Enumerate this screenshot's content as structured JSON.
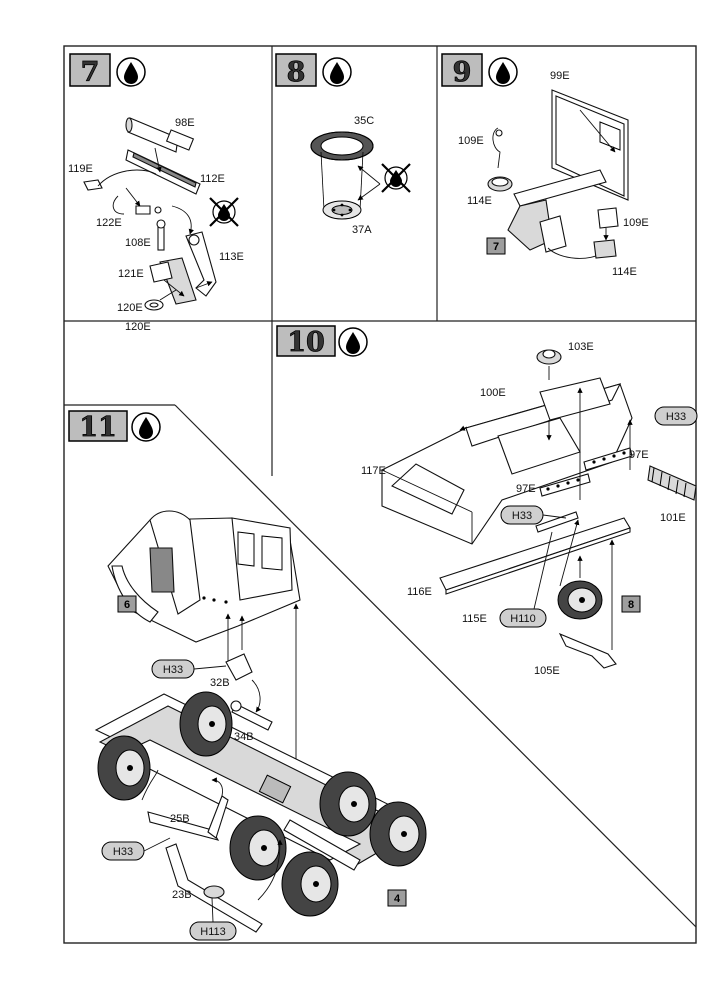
{
  "steps": {
    "s7": {
      "number": "7",
      "icon": "glue-drop-icon",
      "parts": [
        "98E",
        "119E",
        "112E",
        "122E",
        "108E",
        "121E",
        "113E",
        "120E",
        "120E"
      ],
      "forbidden_icon": "no-glue-icon"
    },
    "s8": {
      "number": "8",
      "icon": "glue-drop-icon",
      "parts": [
        "35C",
        "37A"
      ],
      "forbidden_icon": "no-glue-icon"
    },
    "s9": {
      "number": "9",
      "icon": "glue-drop-icon",
      "parts": [
        "99E",
        "109E",
        "114E",
        "109E",
        "114E"
      ],
      "ref": "7"
    },
    "s10": {
      "number": "10",
      "icon": "glue-drop-icon",
      "parts": [
        "103E",
        "100E",
        "117E",
        "97E",
        "97E",
        "101E",
        "116E",
        "115E",
        "105E"
      ],
      "paints": [
        "H33",
        "H33",
        "H110"
      ],
      "ref": "8"
    },
    "s11": {
      "number": "11",
      "icon": "glue-drop-icon",
      "parts": [
        "32B",
        "34B",
        "25B",
        "23B"
      ],
      "paints": [
        "H33",
        "H33",
        "H113"
      ],
      "refs": [
        "6",
        "4"
      ]
    }
  }
}
